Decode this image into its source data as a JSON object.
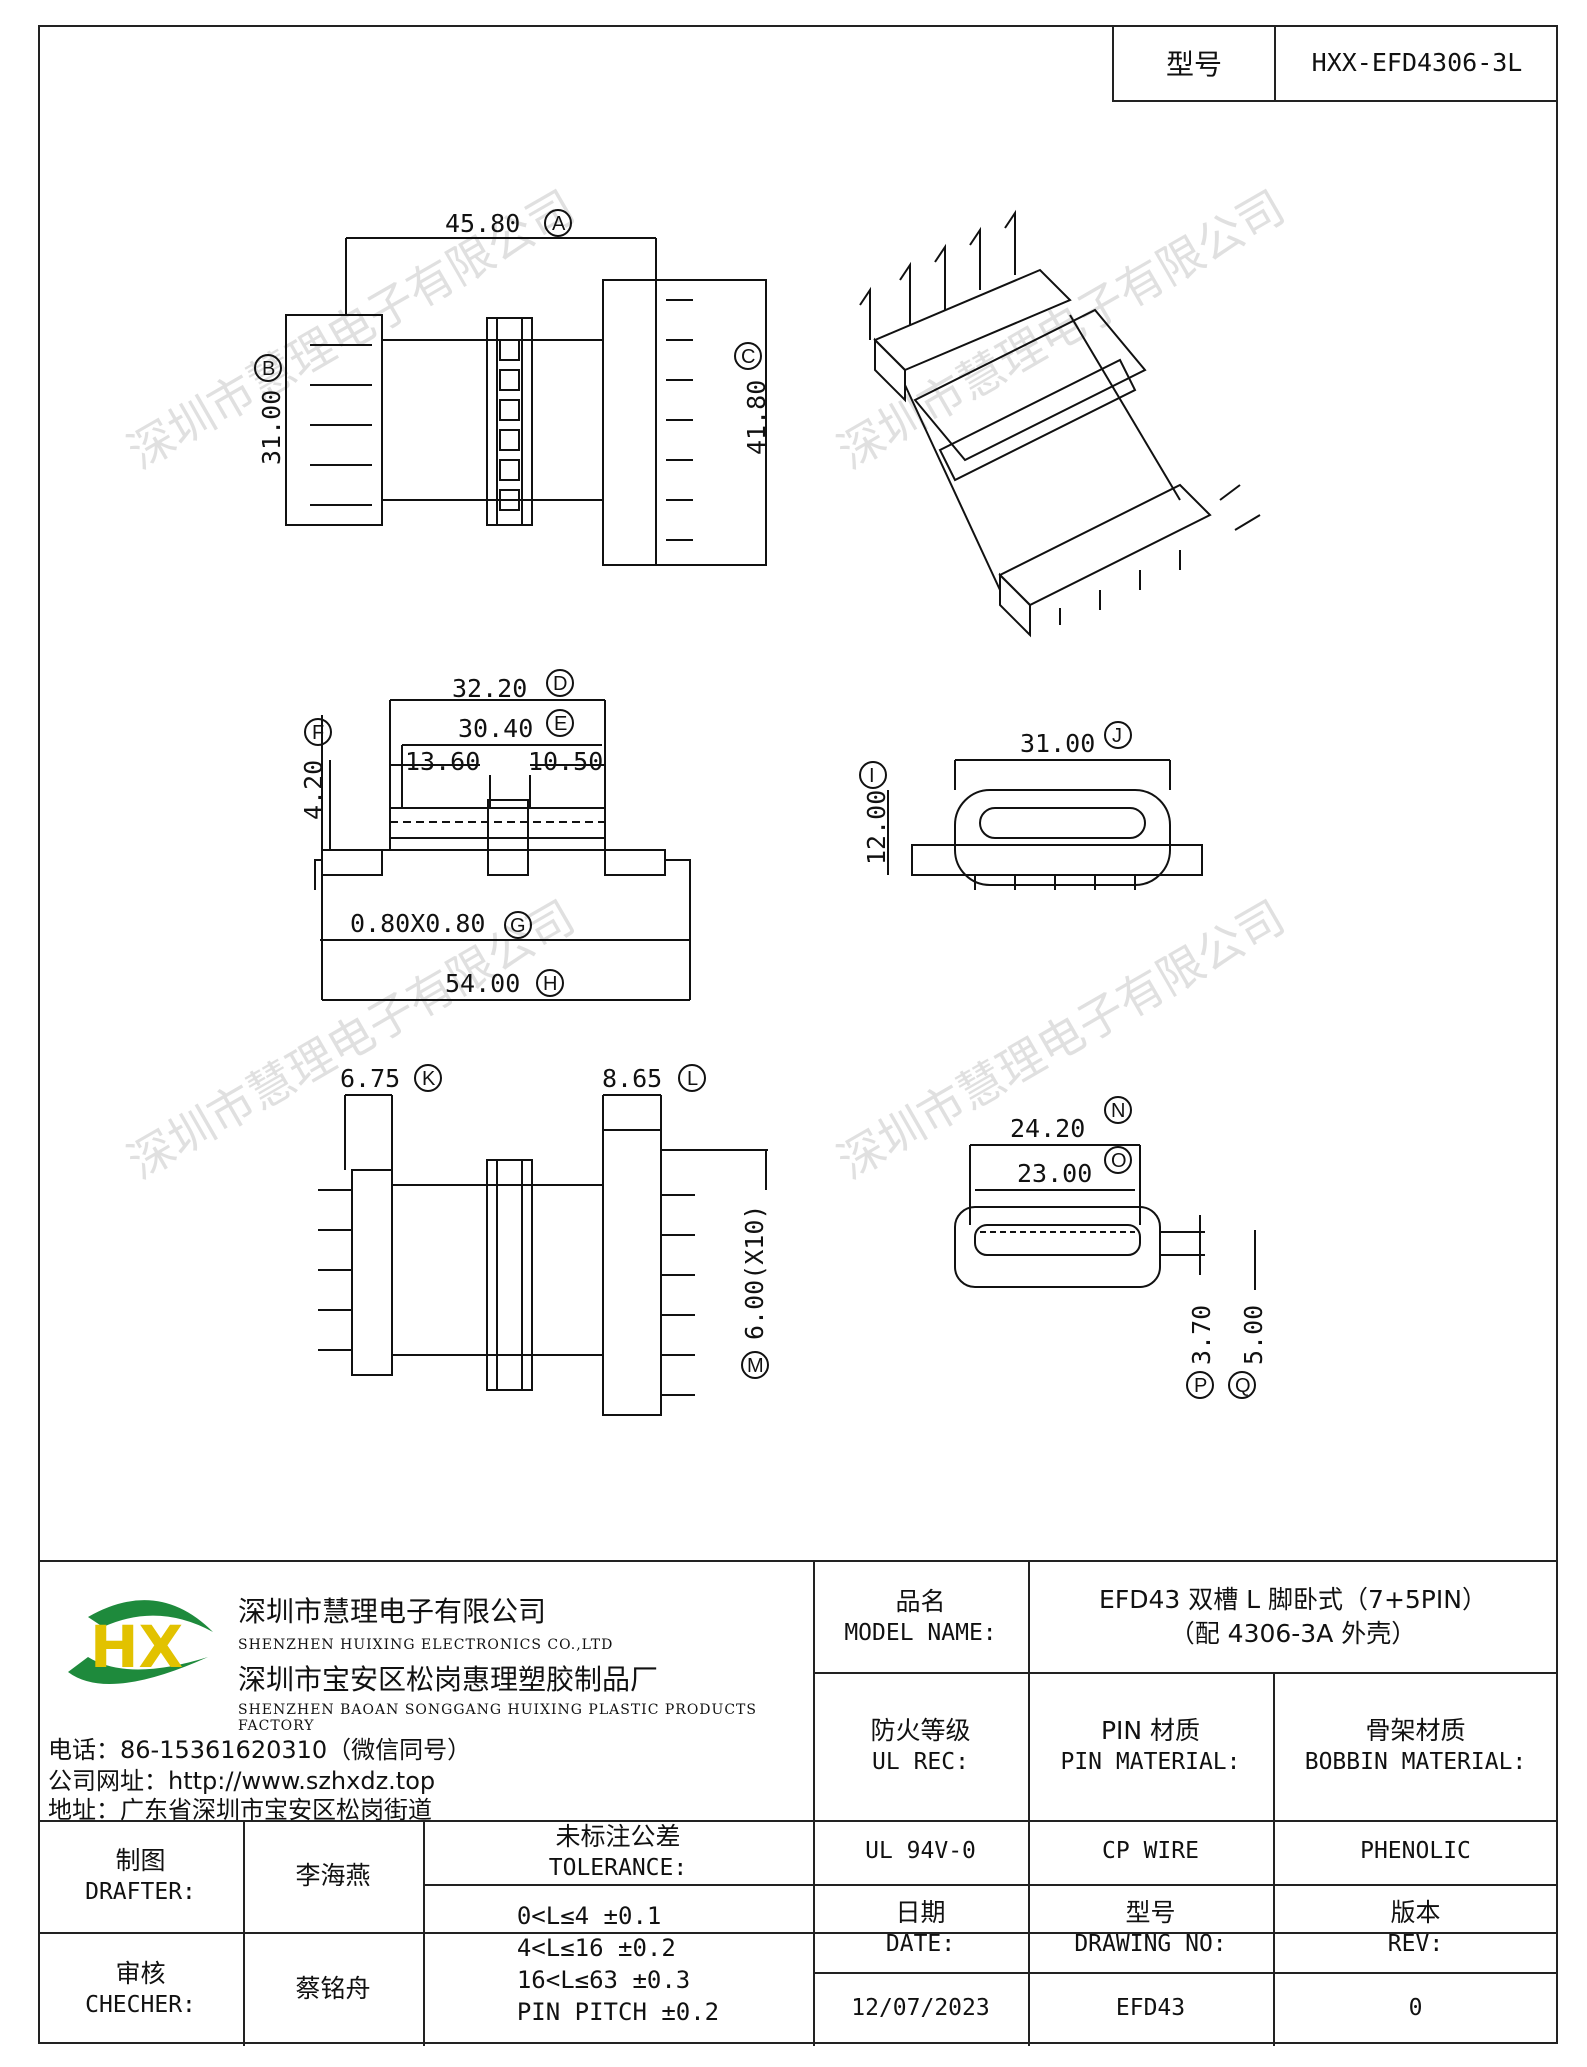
{
  "header": {
    "model_label": "型号",
    "model_value": "HXX-EFD4306-3L"
  },
  "dimensions": {
    "A": "45.80",
    "B": "31.00",
    "C": "41.80",
    "D": "32.20",
    "E": "30.40",
    "F": "4.20",
    "G": "0.80X0.80",
    "H": "54.00",
    "I": "12.00",
    "J": "31.00",
    "K": "6.75",
    "L": "8.65",
    "M": "6.00(X10)",
    "N": "24.20",
    "O": "23.00",
    "P": "3.70",
    "Q": "5.00",
    "S1": "13.60",
    "S2": "10.50"
  },
  "markers": {
    "A": "A",
    "B": "B",
    "C": "C",
    "D": "D",
    "E": "E",
    "F": "F",
    "G": "G",
    "H": "H",
    "I": "I",
    "J": "J",
    "K": "K",
    "L": "L",
    "M": "M",
    "N": "N",
    "O": "O",
    "P": "P",
    "Q": "Q"
  },
  "watermark": "深圳市慧理电子有限公司",
  "company": {
    "logo_text": "HX",
    "name_cn_1": "深圳市慧理电子有限公司",
    "name_en_1": "SHENZHEN HUIXING ELECTRONICS CO.,LTD",
    "name_cn_2": "深圳市宝安区松岗惠理塑胶制品厂",
    "name_en_2": "SHENZHEN BAOAN SONGGANG HUIXING PLASTIC PRODUCTS FACTORY",
    "phone": "电话：86-15361620310（微信同号）",
    "website": "公司网址：http://www.szhxdz.top",
    "address": "地址：广东省深圳市宝安区松岗街道"
  },
  "title_block": {
    "model_name_cn": "品名",
    "model_name_en": "MODEL NAME:",
    "model_name_value_1": "EFD43 双槽 L 脚卧式（7+5PIN）",
    "model_name_value_2": "（配 4306-3A 外壳）",
    "ul_rec_cn": "防火等级",
    "ul_rec_en": "UL REC:",
    "pin_mat_cn": "PIN 材质",
    "pin_mat_en": "PIN MATERIAL:",
    "bobbin_mat_cn": "骨架材质",
    "bobbin_mat_en": "BOBBIN MATERIAL:",
    "ul_value": "UL 94V-0",
    "pin_value": "CP WIRE",
    "bobbin_value": "PHENOLIC",
    "drafter_cn": "制图",
    "drafter_en": "DRAFTER:",
    "drafter_name": "李海燕",
    "checker_cn": "审核",
    "checker_en": "CHECHER:",
    "checker_name": "蔡铭舟",
    "tolerance_cn": "未标注公差",
    "tolerance_en": "TOLERANCE:",
    "tolerance_lines": [
      "0<L≤4  ±0.1",
      "4<L≤16 ±0.2",
      "16<L≤63 ±0.3",
      "PIN PITCH ±0.2"
    ],
    "date_cn": "日期",
    "date_en": "DATE:",
    "drawing_no_cn": "型号",
    "drawing_no_en": "DRAWING NO:",
    "rev_cn": "版本",
    "rev_en": "REV:",
    "date_value": "12/07/2023",
    "drawing_no_value": "EFD43",
    "rev_value": "0"
  }
}
